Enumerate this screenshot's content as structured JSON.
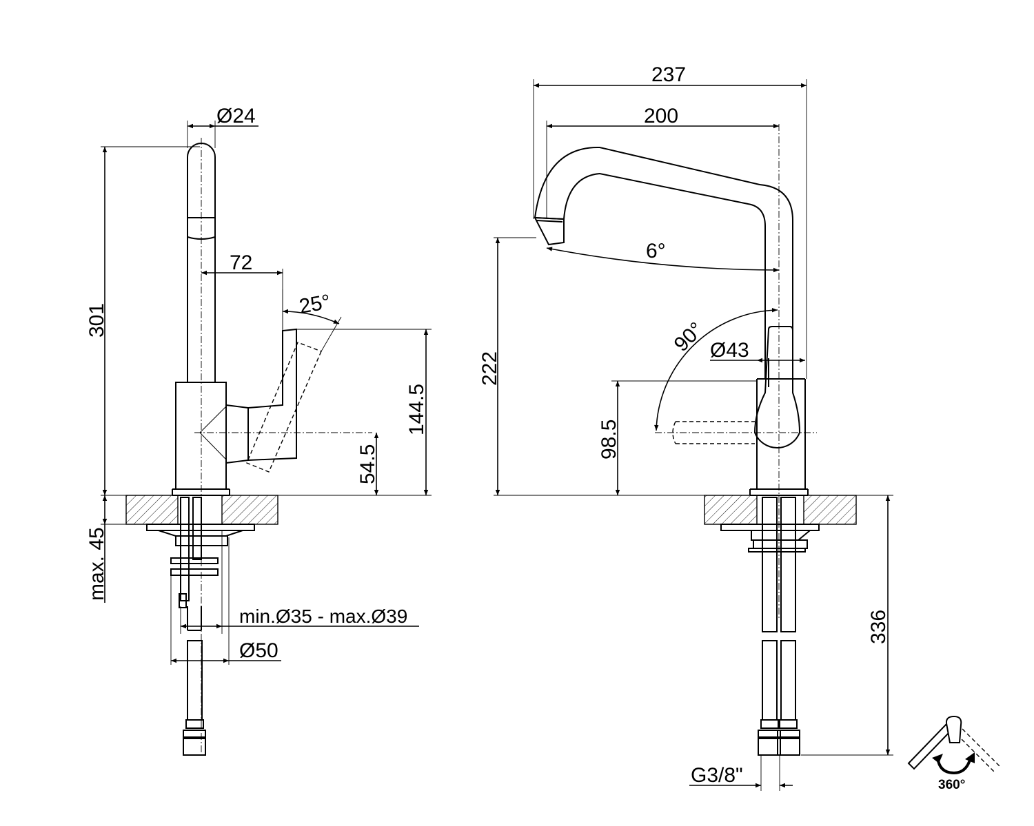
{
  "dimensions": {
    "side_view": {
      "spout_diameter": "Ø24",
      "total_height": "301",
      "lever_offset": "72",
      "lever_angle": "25°",
      "lever_height": "144.5",
      "axis_height": "54.5",
      "max_thickness": "max. 45",
      "hole_diameter": "min.Ø35 - max.Ø39",
      "base_diameter": "Ø50"
    },
    "front_view": {
      "overall_reach": "237",
      "spout_reach": "200",
      "spout_tilt": "6°",
      "spout_height": "222",
      "body_diameter": "Ø43",
      "lever_rotation": "90°",
      "lever_axis_height": "98.5",
      "hose_length": "336",
      "connection_thread": "G3/8\""
    }
  },
  "rotation_icon": {
    "label": "360°",
    "icon": "rotate-360-icon"
  }
}
